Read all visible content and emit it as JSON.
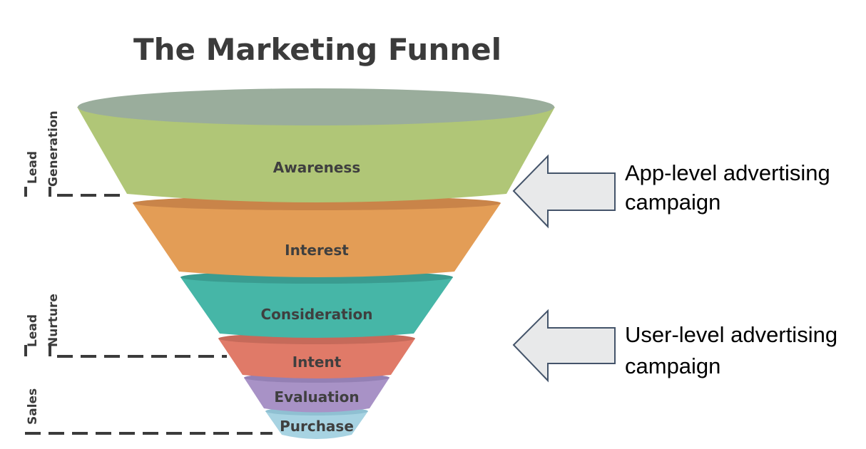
{
  "title": "The Marketing Funnel",
  "stages": [
    {
      "label": "Awareness",
      "color": "#b0c677",
      "rim": "#9aad9c"
    },
    {
      "label": "Interest",
      "color": "#e39d56",
      "rim": "#c98449"
    },
    {
      "label": "Consideration",
      "color": "#46b6a7",
      "rim": "#3a9c90"
    },
    {
      "label": "Intent",
      "color": "#e07a68",
      "rim": "#c66a5a"
    },
    {
      "label": "Evaluation",
      "color": "#a892c6",
      "rim": "#9480b4"
    },
    {
      "label": "Purchase",
      "color": "#a7d3e2",
      "rim": "#8fc0d2"
    }
  ],
  "side_labels": {
    "lead_generation": [
      "Lead",
      "Generation"
    ],
    "lead_nurture": [
      "Lead",
      "Nurture"
    ],
    "sales": [
      "Sales"
    ]
  },
  "callouts": [
    {
      "lines": [
        "App-level advertising",
        "campaign"
      ]
    },
    {
      "lines": [
        "User-level advertising",
        "campaign"
      ]
    }
  ],
  "colors": {
    "arrow_fill": "#e8e9ea",
    "arrow_stroke": "#44546a",
    "text_dark": "#3b3b3b"
  }
}
